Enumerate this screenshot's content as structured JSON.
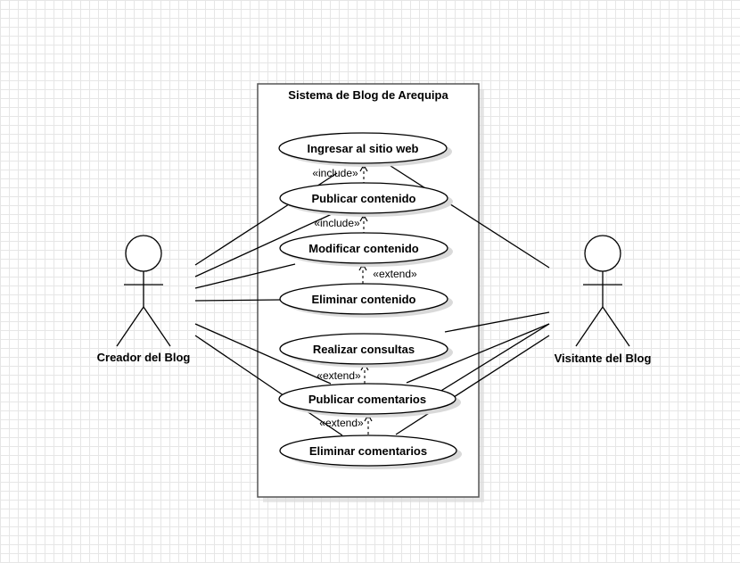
{
  "system": {
    "title": "Sistema de Blog de Arequipa"
  },
  "actors": {
    "creator": {
      "label": "Creador del Blog"
    },
    "visitor": {
      "label": "Visitante del Blog"
    }
  },
  "use_cases": {
    "login": "Ingresar al sitio web",
    "publish_content": "Publicar contenido",
    "modify_content": "Modificar contenido",
    "delete_content": "Eliminar contenido",
    "queries": "Realizar consultas",
    "publish_comments": "Publicar comentarios",
    "delete_comments": "Eliminar comentarios"
  },
  "relations": {
    "include_1": "«include»",
    "include_2": "«include»",
    "extend_1": "«extend»",
    "extend_2": "«extend»",
    "extend_3": "«extend»"
  },
  "colors": {
    "line": "#000000",
    "shadow": "#d9d9d9",
    "grid": "#e6e6e6"
  }
}
